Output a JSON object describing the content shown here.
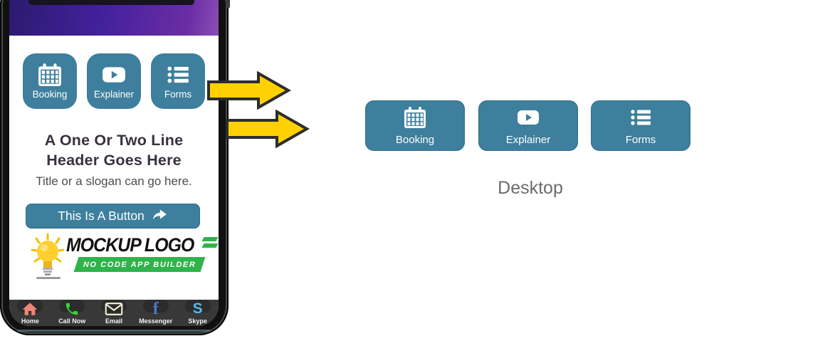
{
  "phone": {
    "app_buttons": [
      {
        "label": "Booking",
        "icon": "calendar-icon"
      },
      {
        "label": "Explainer",
        "icon": "video-play-icon"
      },
      {
        "label": "Forms",
        "icon": "list-icon"
      }
    ],
    "headline_line1": "A One Or Two Line",
    "headline_line2": "Header Goes Here",
    "slogan": "Title or a slogan can go here.",
    "cta": {
      "label": "This Is A Button",
      "icon": "curved-arrow-icon"
    },
    "logo": {
      "name": "MOCKUP LOGO",
      "tagline": "NO CODE APP BUILDER"
    },
    "bottom_nav": [
      {
        "label": "Home",
        "icon": "home-icon",
        "color": "#f08576"
      },
      {
        "label": "Call Now",
        "icon": "phone-icon",
        "color": "#35d435"
      },
      {
        "label": "Email",
        "icon": "envelope-icon",
        "color": "#f7f3d7"
      },
      {
        "label": "Messenger",
        "icon": "facebook-icon",
        "color": "#4a7bc8"
      },
      {
        "label": "Skype",
        "icon": "skype-icon",
        "color": "#55b9ea"
      }
    ]
  },
  "desktop": {
    "app_buttons": [
      {
        "label": "Booking",
        "icon": "calendar-icon"
      },
      {
        "label": "Explainer",
        "icon": "video-play-icon"
      },
      {
        "label": "Forms",
        "icon": "list-icon"
      }
    ],
    "caption": "Desktop"
  },
  "colors": {
    "button_teal": "#3d7f9c",
    "arrow_yellow": "#ffd103",
    "arrow_outline": "#2d2d2d",
    "banner_green": "#2eb44a",
    "header_purple_dark": "#2b1a6e",
    "header_purple_light": "#8a4fb5",
    "nav_bar_bg": "#383838",
    "headline_text": "#3a323f",
    "caption_gray": "#6b6b6b"
  }
}
